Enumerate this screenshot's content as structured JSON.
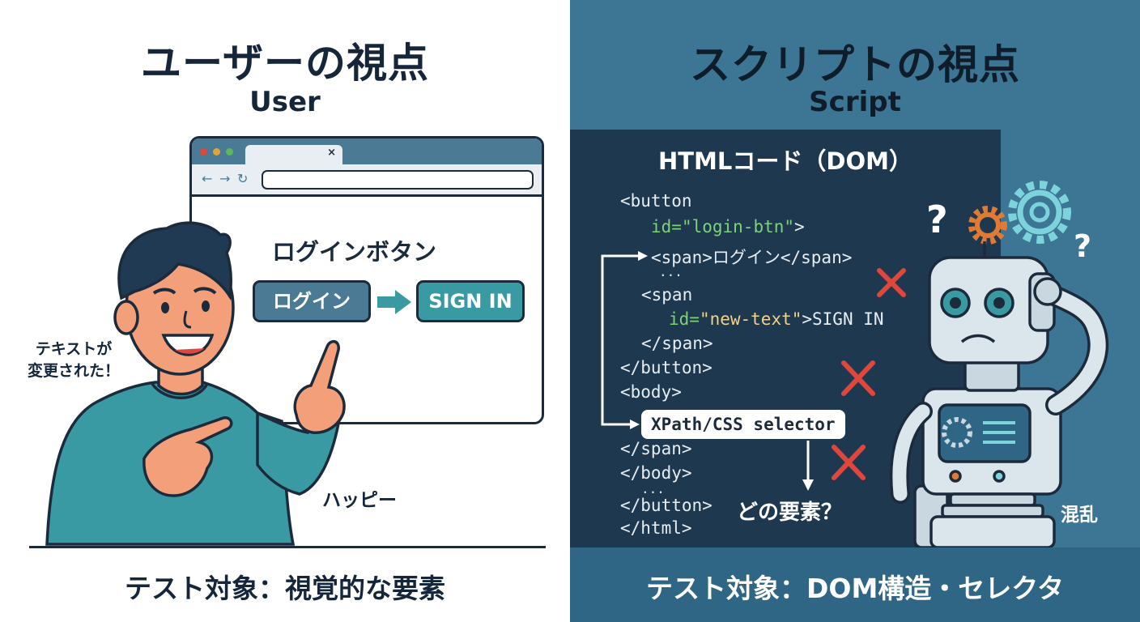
{
  "left": {
    "title": "ユーザーの視点",
    "subtitle": "User",
    "browser_close": "×",
    "nav_icons": [
      "←",
      "→",
      "↻"
    ],
    "heading": "ログインボタン",
    "old_button": "ログイン",
    "new_button": "SIGN IN",
    "speech": [
      "テキストが",
      "変更された！"
    ],
    "feeling": "ハッピー",
    "footer": "テスト対象：視覚的な要素"
  },
  "right": {
    "title": "スクリプトの視点",
    "subtitle": "Script",
    "code_title": "HTMLコード（DOM）",
    "code_lines": {
      "l1": "<button",
      "l2_attr": "id=",
      "l2_val": "\"login-btn\"",
      "l2_end": ">",
      "l3": "<span>ログイン</span>",
      "l4": "...",
      "l5": "<span",
      "l6_attr": "id=",
      "l6_val": "\"new-text\"",
      "l6_end": ">SIGN IN",
      "l7": "</span>",
      "l8": "</button>",
      "l9": "<body>",
      "l10": "</span>",
      "l11": "</body>",
      "l12": "...",
      "l13": "</button>",
      "l14": "</html>"
    },
    "selector": "XPath/CSS selector",
    "question": "どの要素？",
    "feeling": "混乱",
    "question_marks": [
      "?",
      "?"
    ],
    "footer": "テスト対象：DOM構造・セレクタ"
  },
  "colors": {
    "left_bg": "#ffffff",
    "right_bg": "#3d7594",
    "code_bg": "#1e3850",
    "accent_teal": "#3a9aa3",
    "accent_blue": "#4a7a94",
    "error_red": "#e0473c",
    "gear_orange": "#e07a35"
  }
}
